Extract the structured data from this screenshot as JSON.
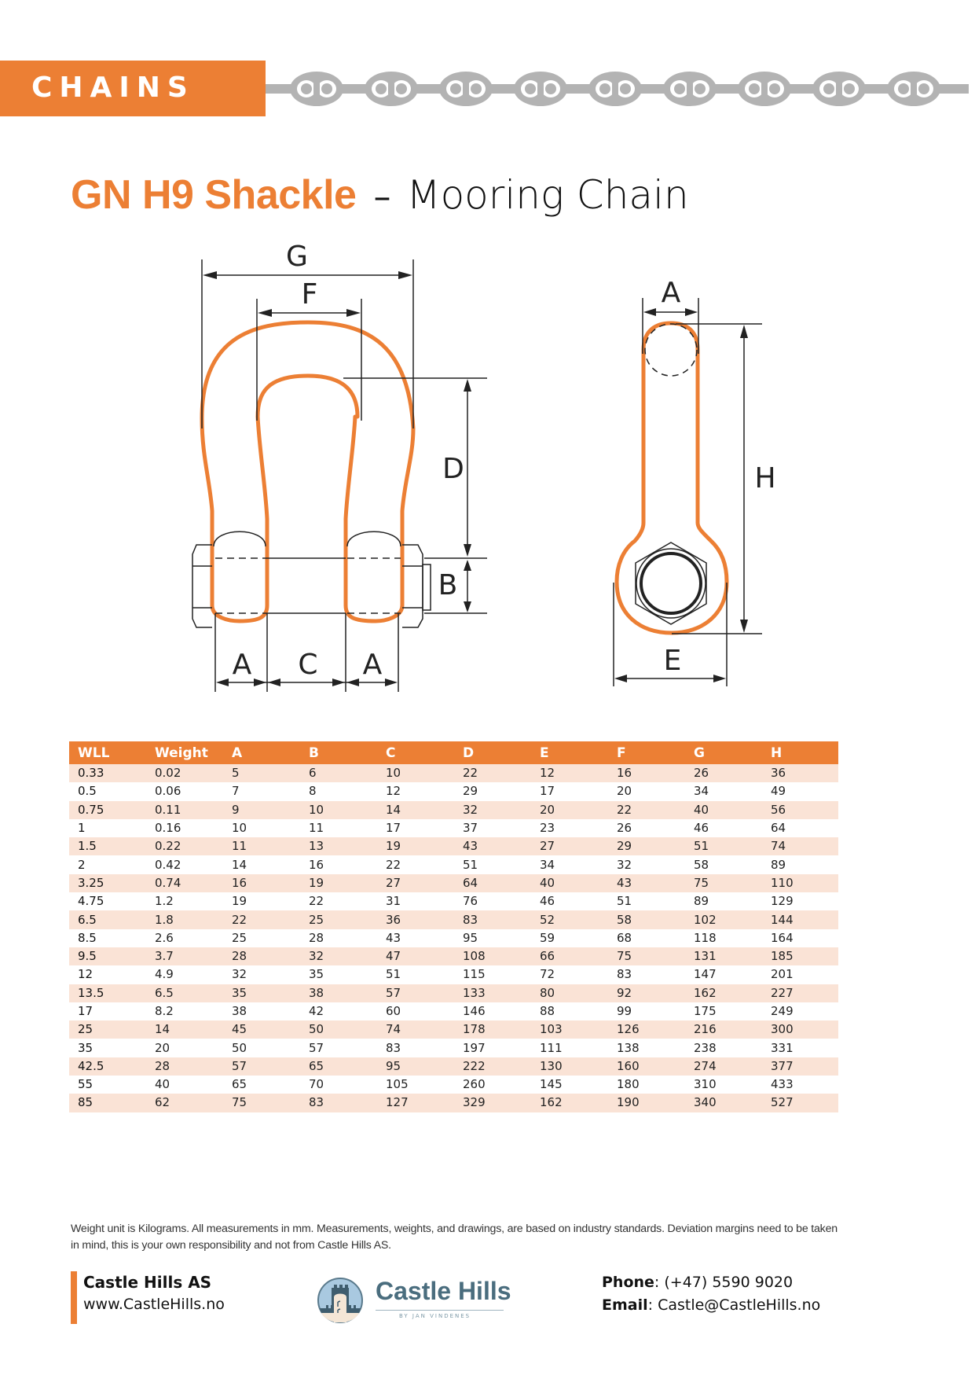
{
  "header": {
    "section_label": "CHAINS",
    "accent_color": "#ec7f34",
    "chain_links_count": 9
  },
  "title": {
    "product": "GN H9 Shackle",
    "separator": "–",
    "category": "Mooring Chain"
  },
  "diagram": {
    "front_view_labels": {
      "g": "G",
      "f": "F",
      "d": "D",
      "b": "B",
      "a_left": "A",
      "c": "C",
      "a_right": "A"
    },
    "side_view_labels": {
      "a": "A",
      "h": "H",
      "e": "E"
    }
  },
  "table": {
    "headers": [
      "WLL",
      "Weight",
      "A",
      "B",
      "C",
      "D",
      "E",
      "F",
      "G",
      "H"
    ],
    "rows": [
      [
        "0.33",
        "0.02",
        "5",
        "6",
        "10",
        "22",
        "12",
        "16",
        "26",
        "36"
      ],
      [
        "0.5",
        "0.06",
        "7",
        "8",
        "12",
        "29",
        "17",
        "20",
        "34",
        "49"
      ],
      [
        "0.75",
        "0.11",
        "9",
        "10",
        "14",
        "32",
        "20",
        "22",
        "40",
        "56"
      ],
      [
        "1",
        "0.16",
        "10",
        "11",
        "17",
        "37",
        "23",
        "26",
        "46",
        "64"
      ],
      [
        "1.5",
        "0.22",
        "11",
        "13",
        "19",
        "43",
        "27",
        "29",
        "51",
        "74"
      ],
      [
        "2",
        "0.42",
        "14",
        "16",
        "22",
        "51",
        "34",
        "32",
        "58",
        "89"
      ],
      [
        "3.25",
        "0.74",
        "16",
        "19",
        "27",
        "64",
        "40",
        "43",
        "75",
        "110"
      ],
      [
        "4.75",
        "1.2",
        "19",
        "22",
        "31",
        "76",
        "46",
        "51",
        "89",
        "129"
      ],
      [
        "6.5",
        "1.8",
        "22",
        "25",
        "36",
        "83",
        "52",
        "58",
        "102",
        "144"
      ],
      [
        "8.5",
        "2.6",
        "25",
        "28",
        "43",
        "95",
        "59",
        "68",
        "118",
        "164"
      ],
      [
        "9.5",
        "3.7",
        "28",
        "32",
        "47",
        "108",
        "66",
        "75",
        "131",
        "185"
      ],
      [
        "12",
        "4.9",
        "32",
        "35",
        "51",
        "115",
        "72",
        "83",
        "147",
        "201"
      ],
      [
        "13.5",
        "6.5",
        "35",
        "38",
        "57",
        "133",
        "80",
        "92",
        "162",
        "227"
      ],
      [
        "17",
        "8.2",
        "38",
        "42",
        "60",
        "146",
        "88",
        "99",
        "175",
        "249"
      ],
      [
        "25",
        "14",
        "45",
        "50",
        "74",
        "178",
        "103",
        "126",
        "216",
        "300"
      ],
      [
        "35",
        "20",
        "50",
        "57",
        "83",
        "197",
        "111",
        "138",
        "238",
        "331"
      ],
      [
        "42.5",
        "28",
        "57",
        "65",
        "95",
        "222",
        "130",
        "160",
        "274",
        "377"
      ],
      [
        "55",
        "40",
        "65",
        "70",
        "105",
        "260",
        "145",
        "180",
        "310",
        "433"
      ],
      [
        "85",
        "62",
        "75",
        "83",
        "127",
        "329",
        "162",
        "190",
        "340",
        "527"
      ]
    ]
  },
  "disclaimer": "Weight unit is Kilograms. All measurements in mm. Measurements, weights, and drawings, are based on industry standards. Deviation margins need to be taken in mind, this is your own responsibility and not from Castle Hills AS.",
  "footer": {
    "company": "Castle Hills AS",
    "website": "www.CastleHills.no",
    "logo": {
      "name": "Castle Hills",
      "tagline": "BY JAN VINDENES"
    },
    "phone_label": "Phone",
    "phone": "(+47) 5590 9020",
    "email_label": "Email",
    "email": "Castle@CastleHills.no"
  }
}
